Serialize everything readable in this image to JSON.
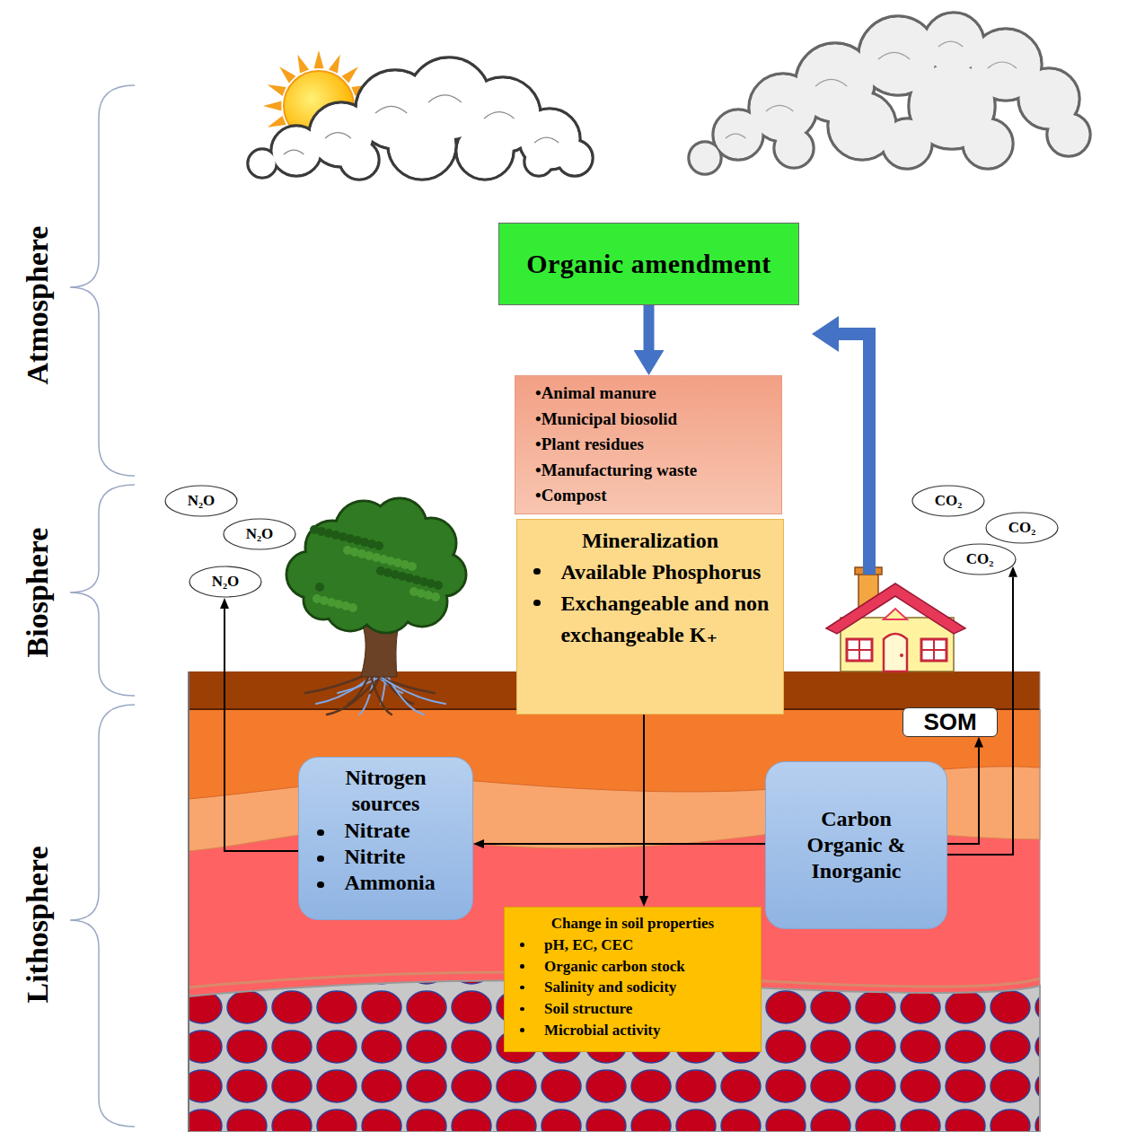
{
  "diagram": {
    "nodes": [
      {
        "text": [
          "Organic amendment"
        ]
      },
      {
        "text": [
          "•Animal manure",
          "•Municipal biosolid",
          "•Plant residues",
          "•Manufacturing waste",
          "•Compost"
        ]
      },
      {
        "text": [
          "N₂O"
        ]
      },
      {
        "text": [
          "N₂O"
        ]
      },
      {
        "text": [
          "N₂O"
        ]
      },
      {
        "text": [
          "CO₂"
        ]
      },
      {
        "text": [
          "CO₂"
        ]
      },
      {
        "text": [
          "CO₂"
        ]
      },
      {
        "text": [
          "Mineralization",
          "Available Phosphorus",
          "Exchangeable and non exchangeable K₊"
        ]
      },
      {
        "text": [
          "SOM"
        ]
      },
      {
        "text": [
          "Nitrogen sources",
          "Nitrate",
          "Nitrite",
          "Ammonia"
        ]
      },
      {
        "text": [
          "Carbon Organic & Inorganic"
        ]
      },
      {
        "text": [
          "Change in soil properties",
          "pH, EC, CEC",
          "Organic carbon stock",
          "Salinity and sodicity",
          "Soil structure",
          "Microbial activity"
        ]
      }
    ],
    "edges": [
      {
        "from": 0,
        "to": 1,
        "arrow": "to"
      },
      {
        "from": 8,
        "to": 12,
        "arrow": "to"
      },
      {
        "from": 11,
        "to": 10,
        "arrow": "to"
      },
      {
        "from": 10,
        "to": 4,
        "arrow": "to"
      },
      {
        "from": 11,
        "to": 9,
        "arrow": "to"
      },
      {
        "from": 11,
        "to": 7,
        "arrow": "to"
      }
    ],
    "labels": [
      "Atmosphere",
      "Biosphere",
      "Lithosphere"
    ]
  }
}
